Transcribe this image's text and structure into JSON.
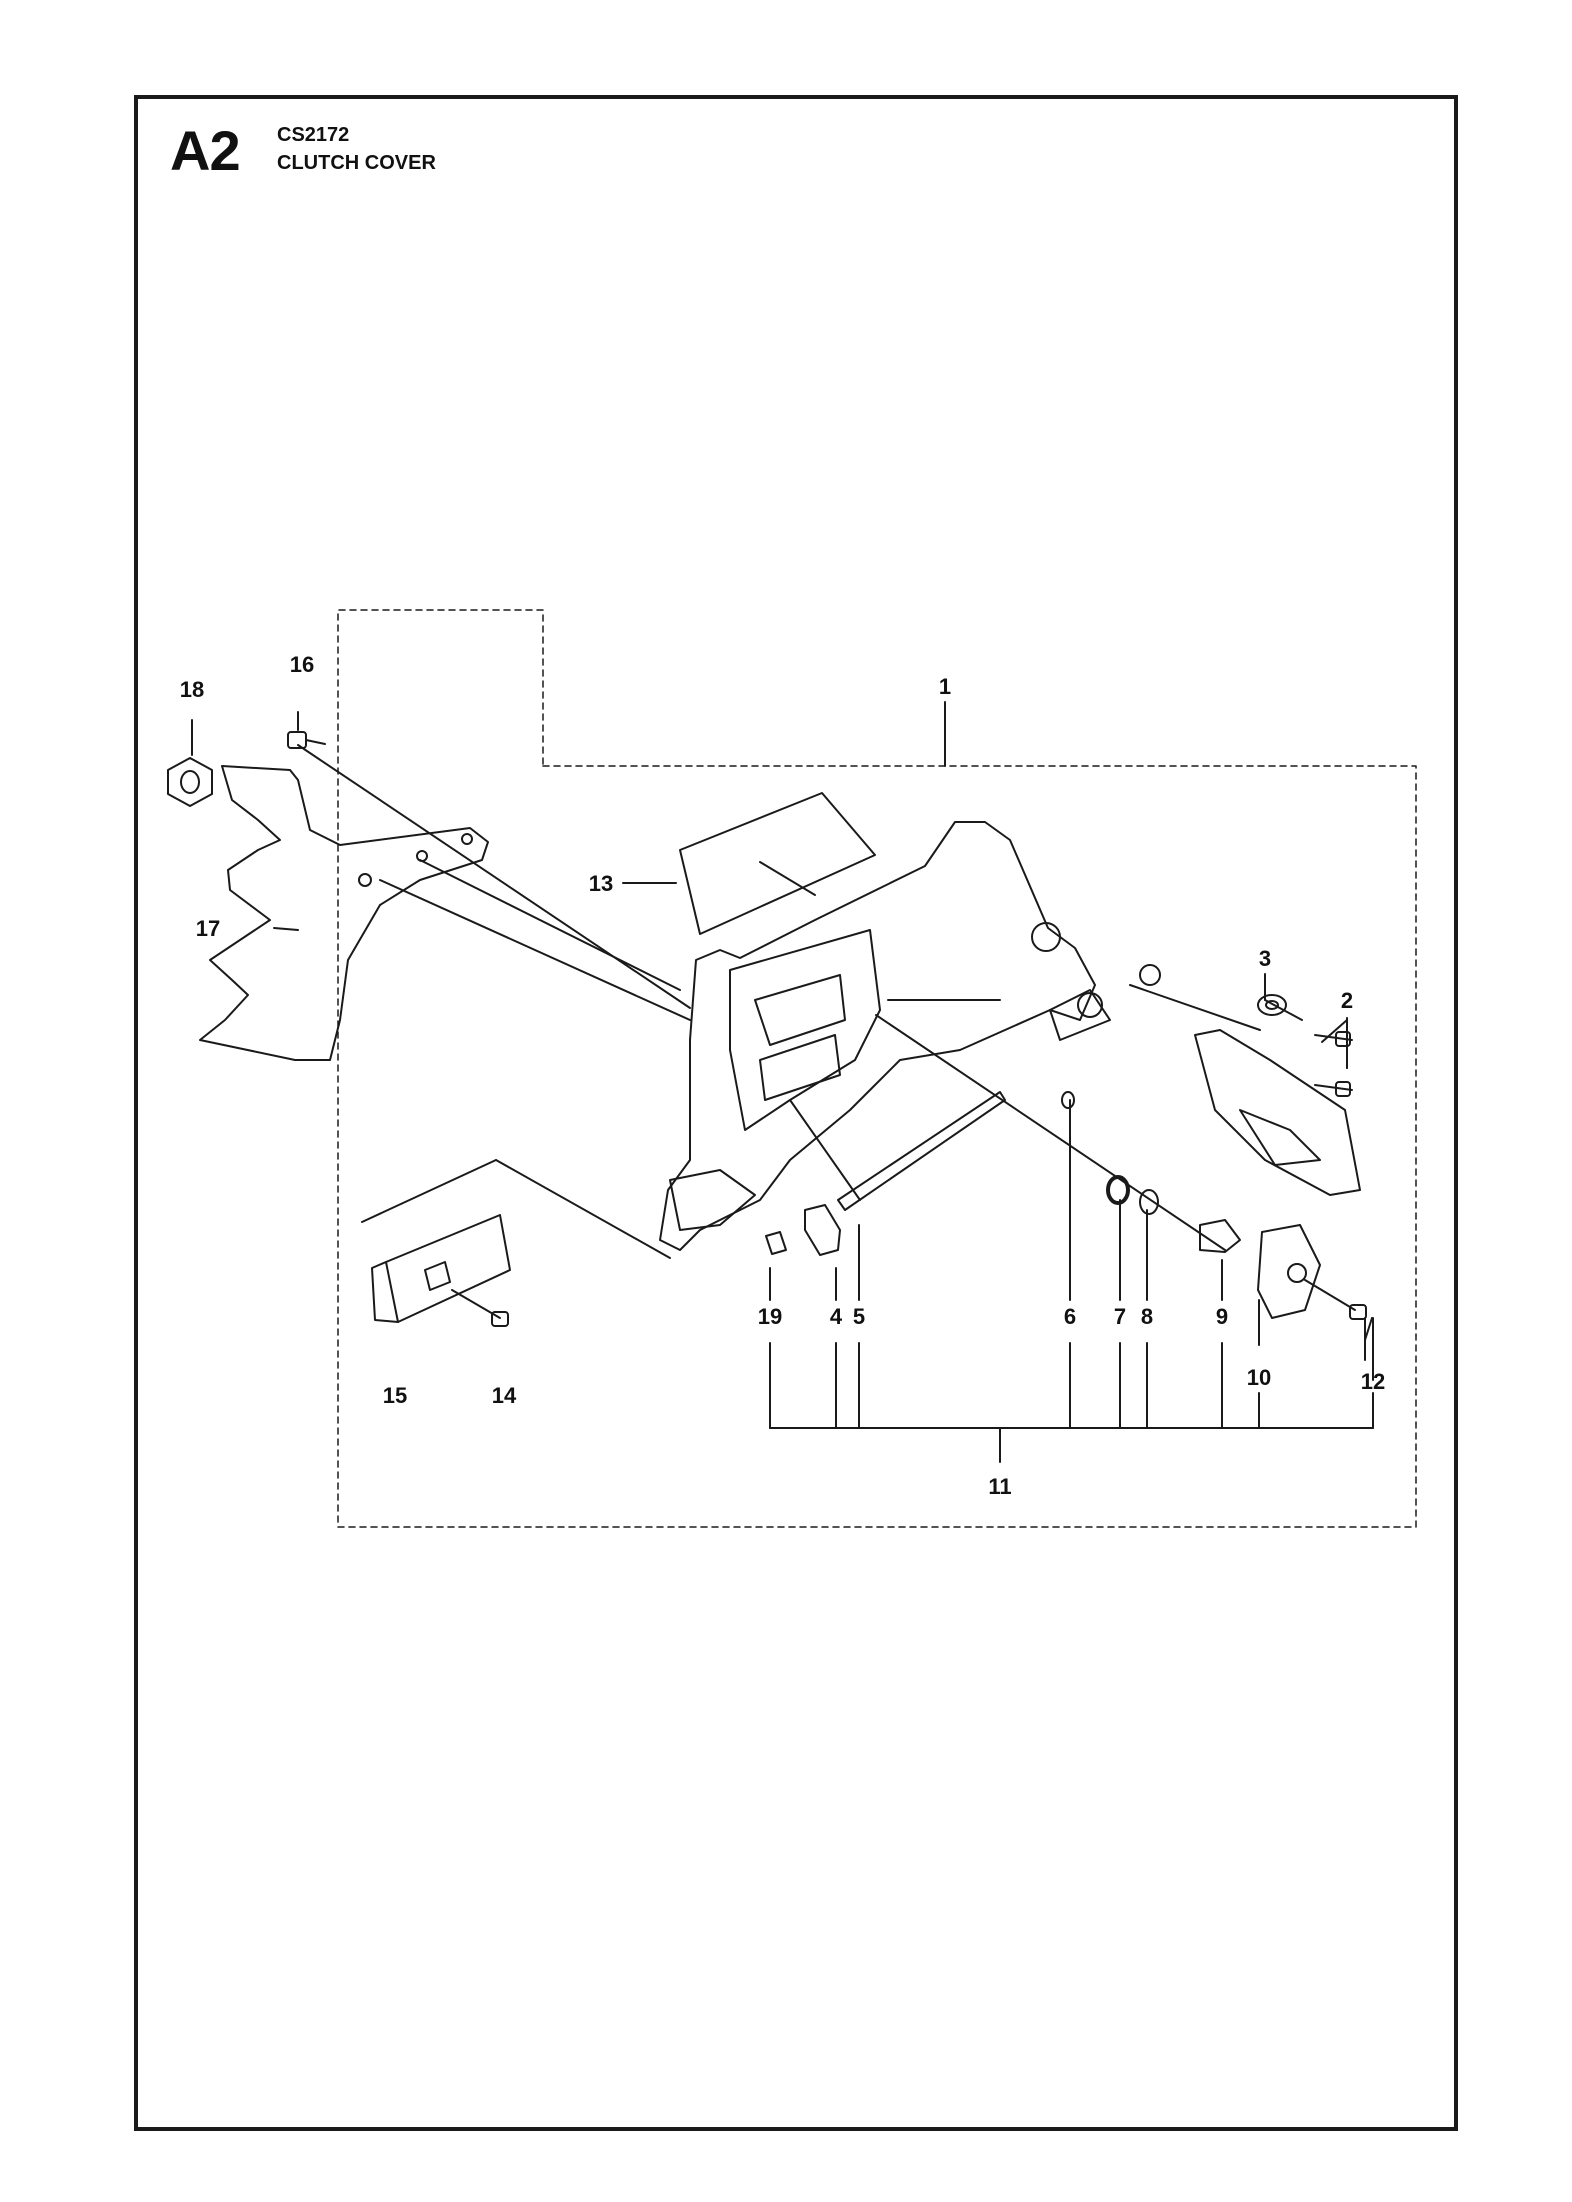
{
  "header": {
    "section": "A2",
    "model": "CS2172",
    "title": "CLUTCH COVER"
  },
  "callouts": {
    "c1": "1",
    "c2": "2",
    "c3": "3",
    "c4": "4",
    "c5": "5",
    "c6": "6",
    "c7": "7",
    "c8": "8",
    "c9": "9",
    "c10": "10",
    "c11": "11",
    "c12": "12",
    "c13": "13",
    "c14": "14",
    "c15": "15",
    "c16": "16",
    "c17": "17",
    "c18": "18",
    "c19": "19"
  }
}
